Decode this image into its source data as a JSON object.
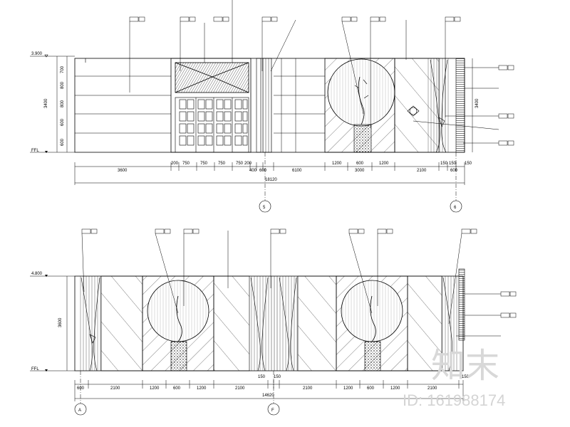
{
  "upper_elevation": {
    "level_label": "3.900",
    "floor_label": "FFL",
    "height_total": "3400",
    "height_right": "3400",
    "height_segments": [
      "700",
      "800",
      "800",
      "600",
      "600"
    ],
    "dims": [
      "3600",
      "200",
      "750",
      "750",
      "750",
      "750",
      "200",
      "400",
      "600",
      "6100",
      "1200",
      "600",
      "1200",
      "3000",
      "2100",
      "150",
      "150",
      "600",
      "150"
    ],
    "total": "18120",
    "axis_left": "5",
    "axis_right": "6"
  },
  "lower_elevation": {
    "level_label": "4.800",
    "floor_label": "FFL",
    "height_total": "3600",
    "dims": [
      "600",
      "2100",
      "1200",
      "600",
      "1200",
      "2100",
      "150",
      "150",
      "2100",
      "1200",
      "600",
      "1200",
      "2100",
      "150"
    ],
    "total": "14620",
    "axis_left": "A",
    "axis_right": "F"
  },
  "watermark": {
    "logo_text": "知末",
    "id_text": "ID: 161988174"
  }
}
